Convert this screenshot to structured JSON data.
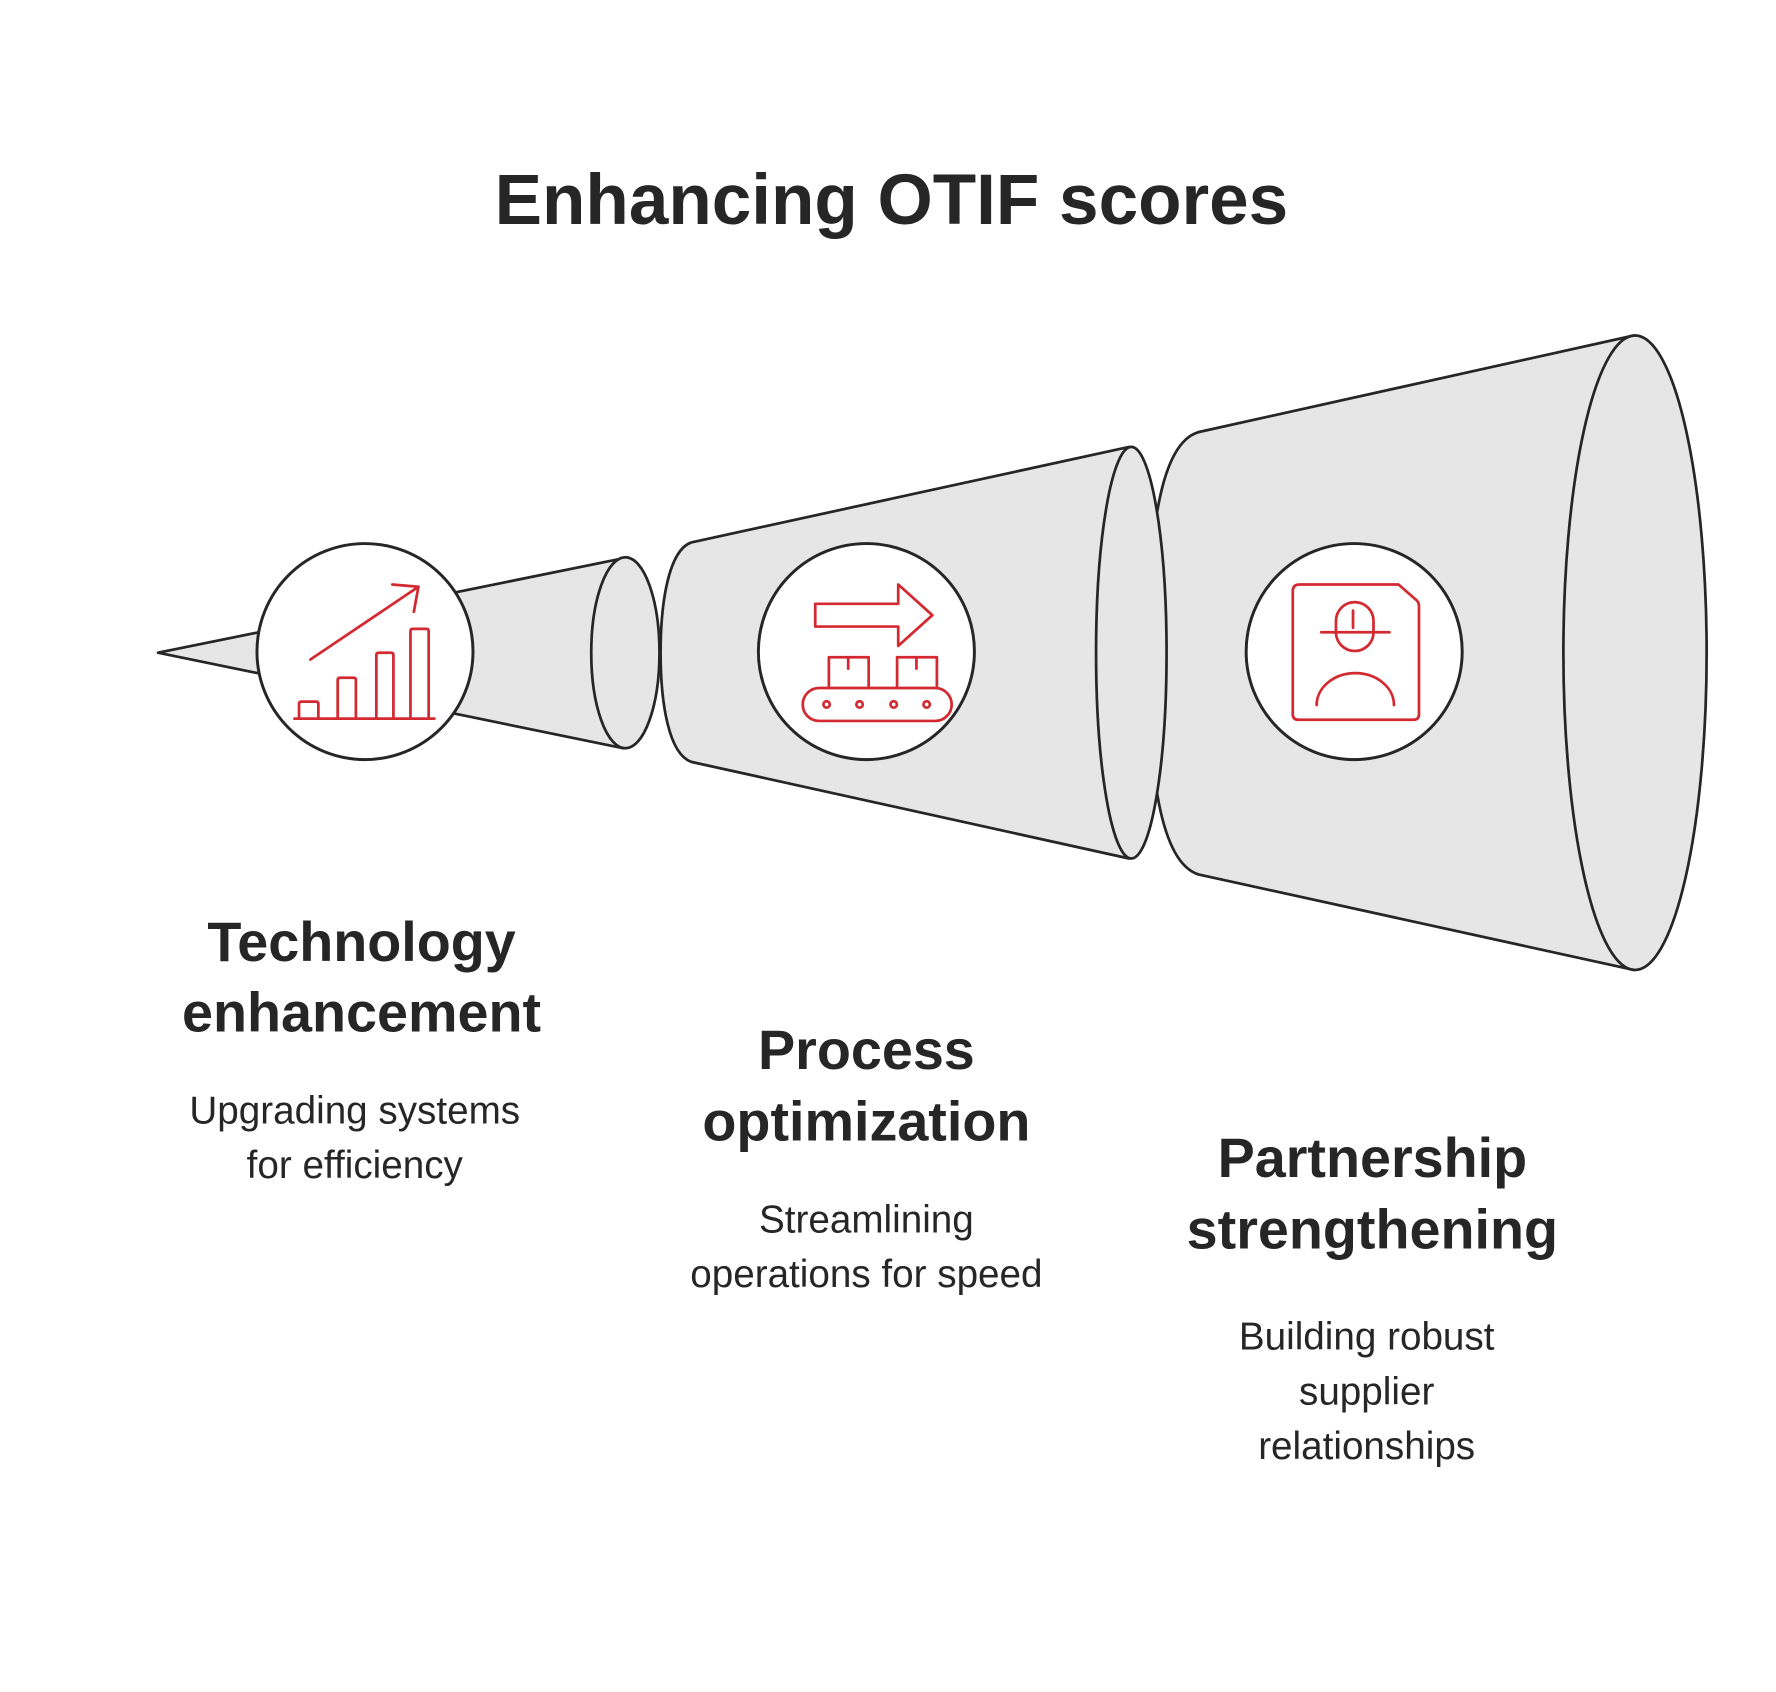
{
  "title": "Enhancing OTIF scores",
  "colors": {
    "accent": "#d32a31",
    "text": "#262626",
    "cone_fill": "#e6e6e6",
    "outline": "#262626",
    "background": "#ffffff"
  },
  "stages": [
    {
      "heading_lines": [
        "Technology",
        "enhancement"
      ],
      "description_lines": [
        "Upgrading systems",
        "for efficiency"
      ],
      "icon": "growth-bar-chart-icon"
    },
    {
      "heading_lines": [
        "Process",
        "optimization"
      ],
      "description_lines": [
        "Streamlining",
        "operations for speed"
      ],
      "icon": "conveyor-belt-arrow-icon"
    },
    {
      "heading_lines": [
        "Partnership",
        "strengthening"
      ],
      "description_lines": [
        "Building robust",
        "supplier",
        "relationships"
      ],
      "icon": "worker-id-card-icon"
    }
  ]
}
